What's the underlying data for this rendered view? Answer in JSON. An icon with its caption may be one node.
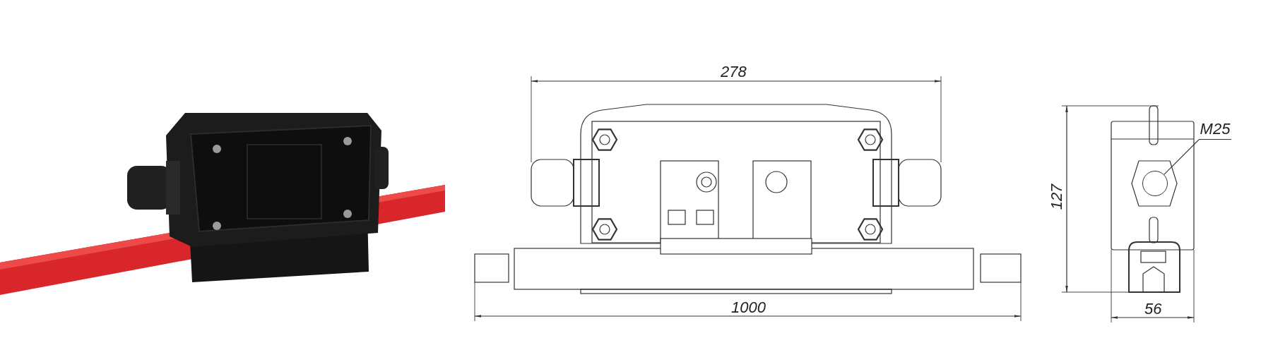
{
  "diagram": {
    "nodes": [
      {
        "text": [
          "M25"
        ]
      },
      {
        "text": [],
        "shape": "circle"
      }
    ],
    "edges": [
      {
        "from": 0,
        "to": 1,
        "arrow": "none"
      }
    ],
    "labels": [
      "278",
      "127",
      "1000",
      "56"
    ]
  }
}
